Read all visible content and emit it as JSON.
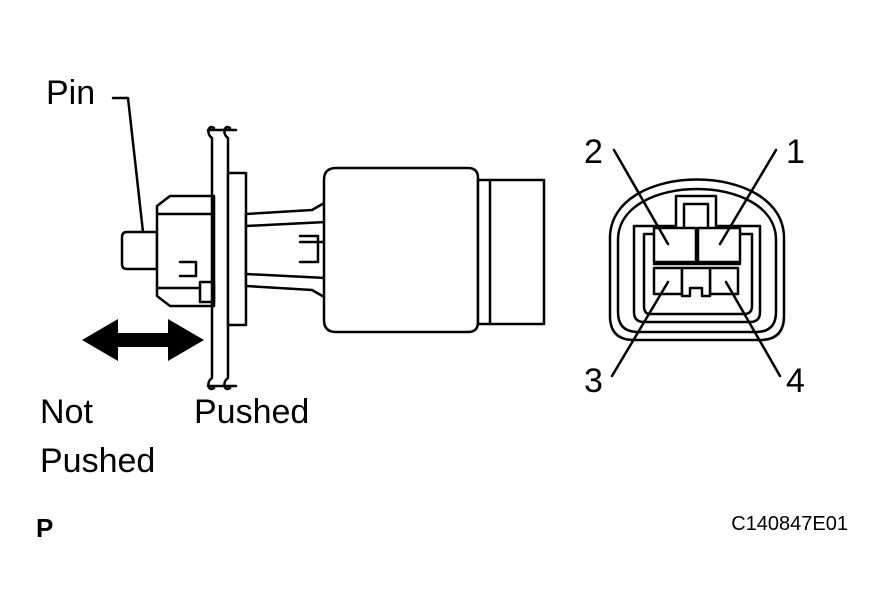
{
  "labels": {
    "pin": "Pin",
    "not_pushed_line1": "Not",
    "not_pushed_line2": "Pushed",
    "pushed": "Pushed",
    "terminal_1": "1",
    "terminal_2": "2",
    "terminal_3": "3",
    "terminal_4": "4",
    "view_marker": "P",
    "figure_code": "C140847E01"
  },
  "icons": {
    "direction_arrow": "double-headed-arrow-icon"
  }
}
